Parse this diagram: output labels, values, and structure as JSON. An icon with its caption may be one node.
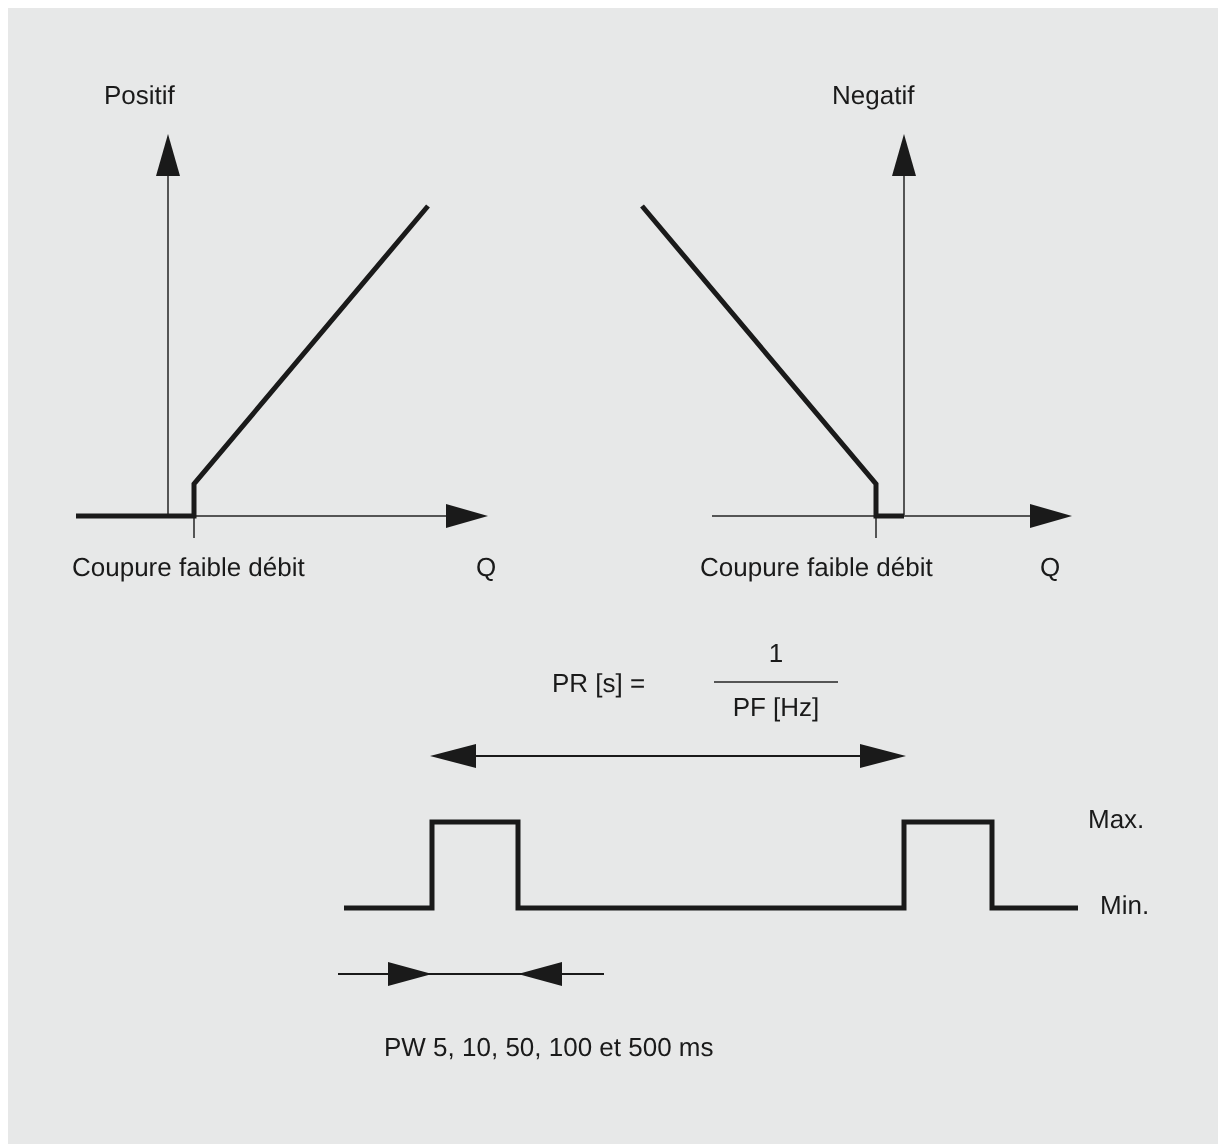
{
  "diagram": {
    "labels": [
      "Positif",
      "Negatif",
      "Coupure faible débit",
      "Q",
      "Coupure faible débit",
      "Q",
      "PR [s] =",
      "1",
      "PF [Hz]",
      "Max.",
      "Min.",
      "PW 5, 10, 50, 100 et 500 ms"
    ]
  }
}
